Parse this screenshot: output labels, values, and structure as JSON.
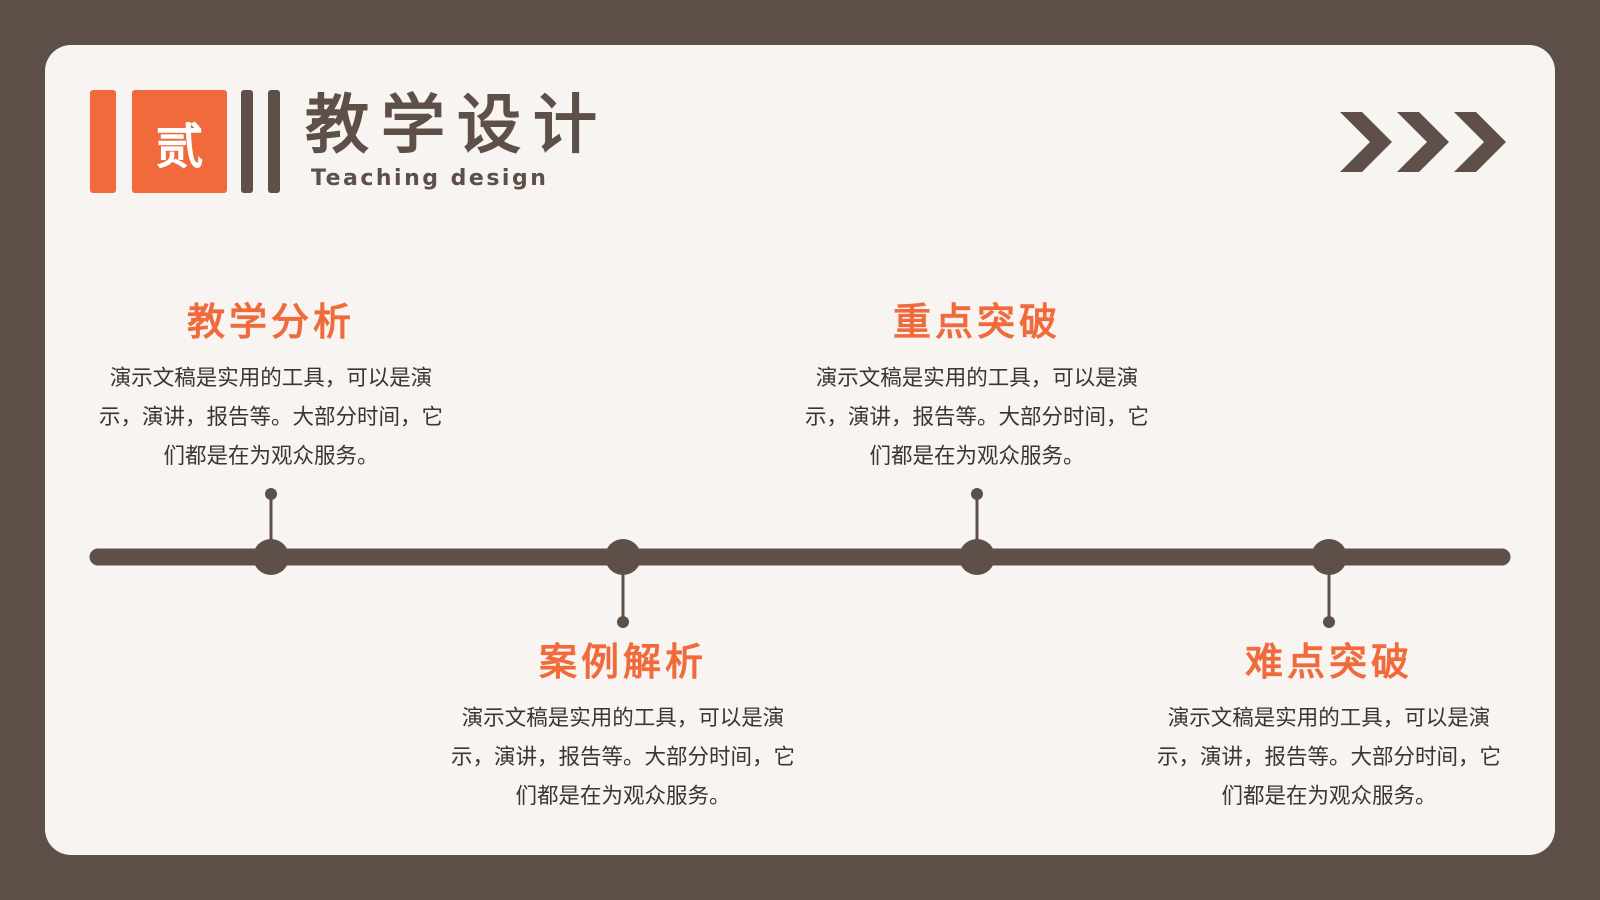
{
  "header": {
    "badge": "贰",
    "title": "教学设计",
    "subtitle": "Teaching design"
  },
  "icons": {
    "decoration": "chevrons-right-icon"
  },
  "colors": {
    "background": "#5e5048",
    "card": "#f7f4f1",
    "accent": "#f06a3c",
    "timeline": "#5e5048"
  },
  "stages": [
    {
      "title": "教学分析",
      "body": "演示文稿是实用的工具，可以是演示，演讲，报告等。大部分时间，它们都是在为观众服务。"
    },
    {
      "title": "案例解析",
      "body": "演示文稿是实用的工具，可以是演示，演讲，报告等。大部分时间，它们都是在为观众服务。"
    },
    {
      "title": "重点突破",
      "body": "演示文稿是实用的工具，可以是演示，演讲，报告等。大部分时间，它们都是在为观众服务。"
    },
    {
      "title": "难点突破",
      "body": "演示文稿是实用的工具，可以是演示，演讲，报告等。大部分时间，它们都是在为观众服务。"
    }
  ]
}
